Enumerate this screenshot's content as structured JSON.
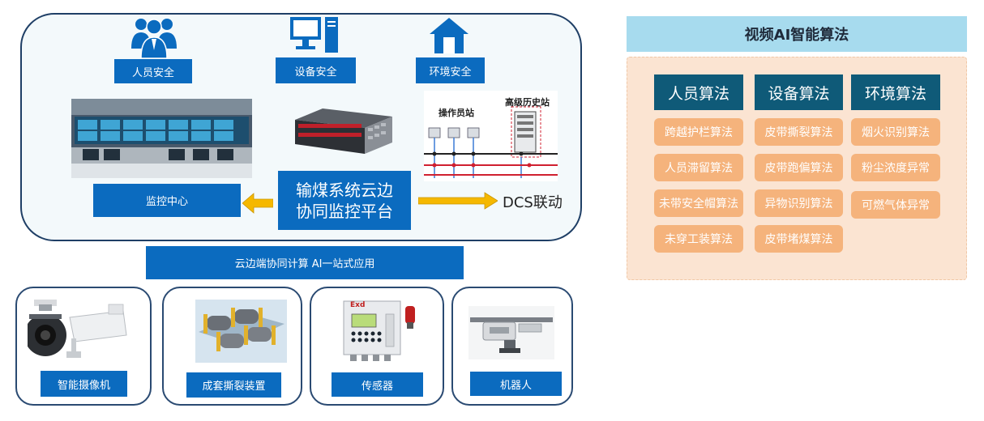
{
  "top_panel": {
    "safety_labels": [
      "人员安全",
      "设备安全",
      "环境安全"
    ],
    "platform_title": "输煤系统云边\n协同监控平台",
    "monitor_center": "监控中心",
    "dcs_link": "DCS联动",
    "dcs_image": {
      "operator_station": "操作员站",
      "history_station": "高级历史站"
    }
  },
  "cloud_bar": "云边端协同计算 AI一站式应用",
  "devices": [
    "智能摄像机",
    "成套撕裂装置",
    "传感器",
    "机器人"
  ],
  "sensor_badge": "Exd",
  "algorithms": {
    "title": "视频AI智能算法",
    "columns": [
      {
        "head": "人员算法",
        "items": [
          "跨越护栏算法",
          "人员滞留算法",
          "未带安全帽算法",
          "未穿工装算法"
        ]
      },
      {
        "head": "设备算法",
        "items": [
          "皮带撕裂算法",
          "皮带跑偏算法",
          "异物识别算法",
          "皮带堵煤算法"
        ]
      },
      {
        "head": "环境算法",
        "items": [
          "烟火识别算法",
          "粉尘浓度异常",
          "可燃气体异常"
        ]
      }
    ]
  },
  "colors": {
    "label_blue": "#0b6bbf",
    "column_head": "#0f5a78",
    "algo_item": "#f5b37c",
    "algo_panel": "#fbe4d2",
    "algo_header": "#a7dbee",
    "arrow": "#f5b800",
    "border": "#1f3f66"
  }
}
